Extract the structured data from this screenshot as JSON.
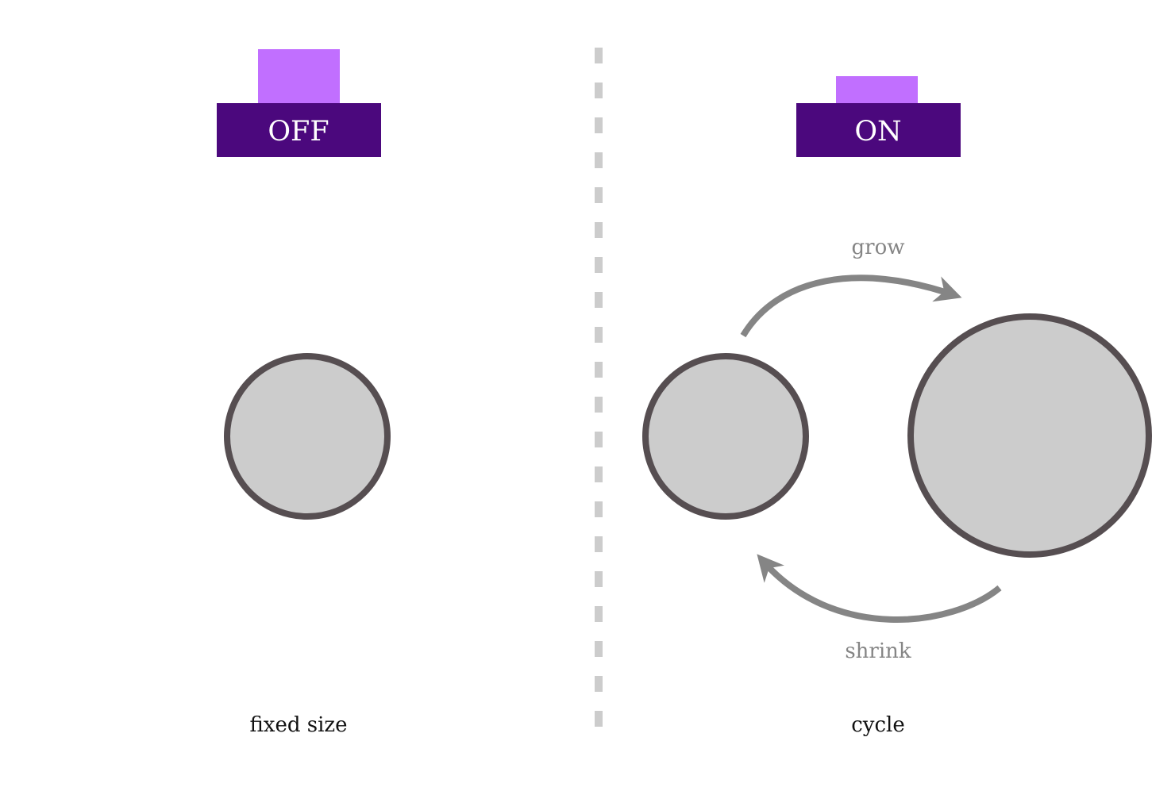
{
  "colors": {
    "button_face": "#4b087d",
    "button_cap": "#c16fff",
    "circle_fill": "#cccccc",
    "circle_stroke": "#564e51",
    "arrow": "#858585",
    "divider": "#cccccc"
  },
  "left_panel": {
    "toggle_label": "OFF",
    "toggle_state": "off",
    "caption": "fixed size"
  },
  "right_panel": {
    "toggle_label": "ON",
    "toggle_state": "on",
    "grow_label": "grow",
    "shrink_label": "shrink",
    "caption": "cycle"
  }
}
